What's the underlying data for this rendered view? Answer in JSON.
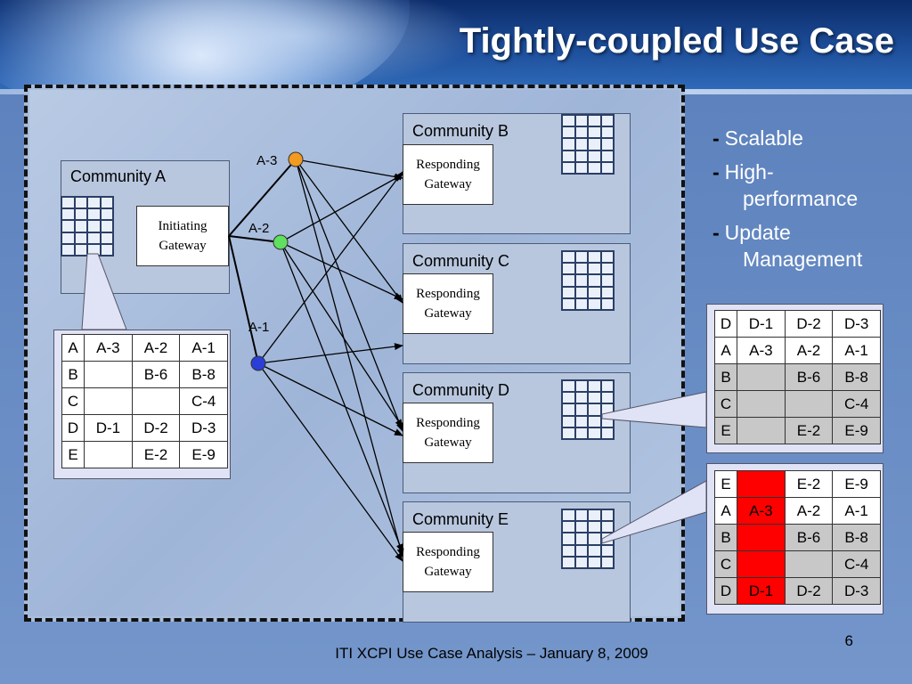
{
  "title": "Tightly-coupled Use Case",
  "communities": {
    "a": {
      "label": "Community A",
      "gateway": [
        "Initiating",
        "Gateway"
      ]
    },
    "b": {
      "label": "Community B",
      "gateway": [
        "Responding",
        "Gateway"
      ]
    },
    "c": {
      "label": "Community C",
      "gateway": [
        "Responding",
        "Gateway"
      ]
    },
    "d": {
      "label": "Community D",
      "gateway": [
        "Responding",
        "Gateway"
      ]
    },
    "e": {
      "label": "Community E",
      "gateway": [
        "Responding",
        "Gateway"
      ]
    }
  },
  "nodes": [
    {
      "label": "A-3",
      "color": "#f39a21"
    },
    {
      "label": "A-2",
      "color": "#5fe05f"
    },
    {
      "label": "A-1",
      "color": "#2b3fd8"
    }
  ],
  "table_a": [
    [
      "A",
      "A-3",
      "A-2",
      "A-1"
    ],
    [
      "B",
      "",
      "B-6",
      "B-8"
    ],
    [
      "C",
      "",
      "",
      "C-4"
    ],
    [
      "D",
      "D-1",
      "D-2",
      "D-3"
    ],
    [
      "E",
      "",
      "E-2",
      "E-9"
    ]
  ],
  "table_d": [
    [
      "D",
      "D-1",
      "D-2",
      "D-3"
    ],
    [
      "A",
      "A-3",
      "A-2",
      "A-1"
    ],
    [
      "B",
      "",
      "B-6",
      "B-8"
    ],
    [
      "C",
      "",
      "",
      "C-4"
    ],
    [
      "E",
      "",
      "E-2",
      "E-9"
    ]
  ],
  "table_e": [
    [
      "E",
      "",
      "E-2",
      "E-9"
    ],
    [
      "A",
      "A-3",
      "A-2",
      "A-1"
    ],
    [
      "B",
      "",
      "B-6",
      "B-8"
    ],
    [
      "C",
      "",
      "",
      "C-4"
    ],
    [
      "D",
      "D-1",
      "D-2",
      "D-3"
    ]
  ],
  "bullets": [
    {
      "dash": "-",
      "lines": [
        "Scalable"
      ]
    },
    {
      "dash": "-",
      "lines": [
        "High-",
        "performance"
      ]
    },
    {
      "dash": "-",
      "lines": [
        "Update",
        "Management"
      ]
    }
  ],
  "footer": "ITI XCPI Use Case Analysis – January 8, 2009",
  "page_number": "6",
  "colors": {
    "highlight": "#ff0000",
    "title": "#ffffff"
  }
}
